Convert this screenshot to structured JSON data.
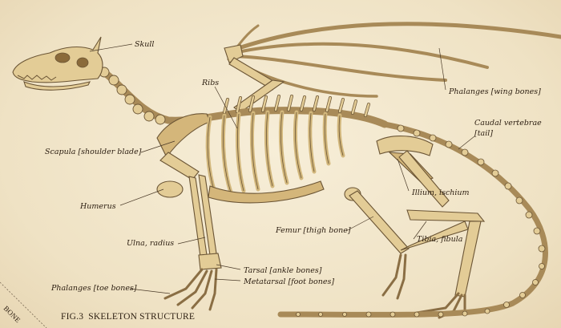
{
  "figure": {
    "caption": "FIG.3  SKELETON STRUCTURE",
    "corner_stamp": "BONE"
  },
  "labels": {
    "skull": "Skull",
    "ribs": "Ribs",
    "wing_phalanges": "Phalanges [wing bones]",
    "caudal_line1": "Caudal vertebrae",
    "caudal_line2": "[tail]",
    "scapula": "Scapula [shoulder blade]",
    "humerus": "Humerus",
    "illium": "Illium, ischium",
    "femur": "Femur [thigh bone]",
    "tibia": "Tibia, fibula",
    "ulna": "Ulna, radius",
    "tarsal": "Tarsal [ankle bones]",
    "metatarsal": "Metatarsal [foot bones]",
    "toe_phalanges": "Phalanges [toe bones]"
  },
  "colors": {
    "paper": "#f3e8cf",
    "bone": "#e3cc96",
    "bone_outline": "#6b5535",
    "ink": "#2b1d10"
  }
}
